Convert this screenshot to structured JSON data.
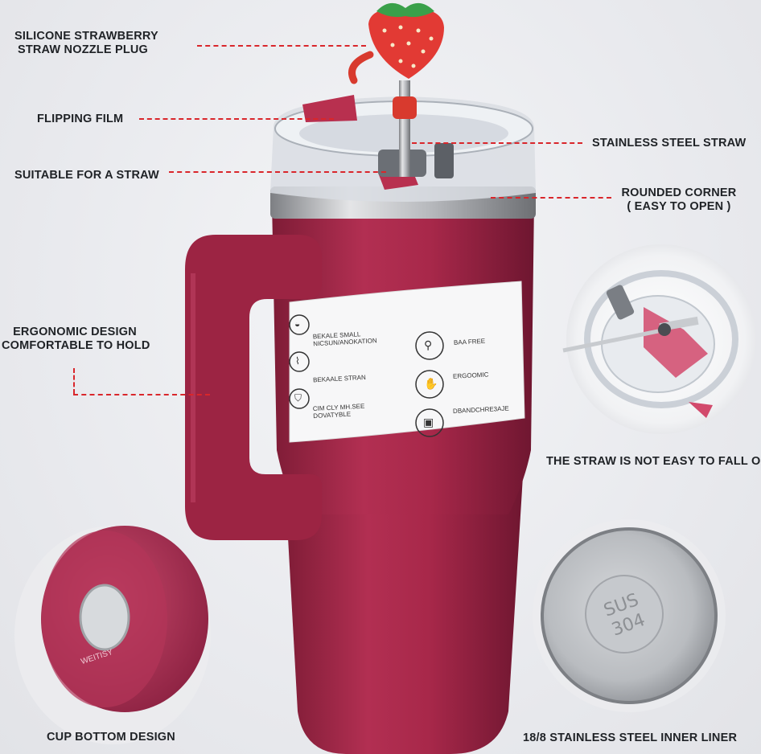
{
  "labels": {
    "straw_plug_line1": "SILICONE STRAWBERRY",
    "straw_plug_line2": "STRAW NOZZLE PLUG",
    "flipping_film": "FLIPPING FILM",
    "suitable_straw": "SUITABLE FOR A STRAW",
    "stainless_straw": "STAINLESS STEEL STRAW",
    "rounded_corner_line1": "ROUNDED CORNER",
    "rounded_corner_line2": "( EASY TO OPEN )",
    "ergonomic_line1": "ERGONOMIC DESIGN",
    "ergonomic_line2": "COMFORTABLE TO HOLD",
    "straw_not_fall": "THE STRAW IS NOT EASY TO FALL OFF",
    "cup_bottom": "CUP BOTTOM DESIGN",
    "inner_liner": "18/8 STAINLESS STEEL INNER LINER"
  },
  "features": [
    {
      "text": "BEKALE SMALL NICSUN/ANOKATION",
      "icon": "cup-icon"
    },
    {
      "text": "BEKAALE STRAN",
      "icon": "straw-icon"
    },
    {
      "text": "CIM CLY MH.SEE DOVATYBLE",
      "icon": "shield-icon"
    },
    {
      "text": "BAA FREE",
      "icon": "leaf-icon"
    },
    {
      "text": "ERGOOMIC",
      "icon": "hand-icon"
    },
    {
      "text": "DBANDCHRE3AJE",
      "icon": "dishwasher-icon"
    }
  ],
  "liner_stamp": {
    "line1": "SUS",
    "line2": "304"
  },
  "bottom_brand": "WEITISY",
  "colors": {
    "cup": "#a8284a",
    "cup_dark": "#7e1c36",
    "accent_line": "#d9262b",
    "text": "#1f2226"
  }
}
